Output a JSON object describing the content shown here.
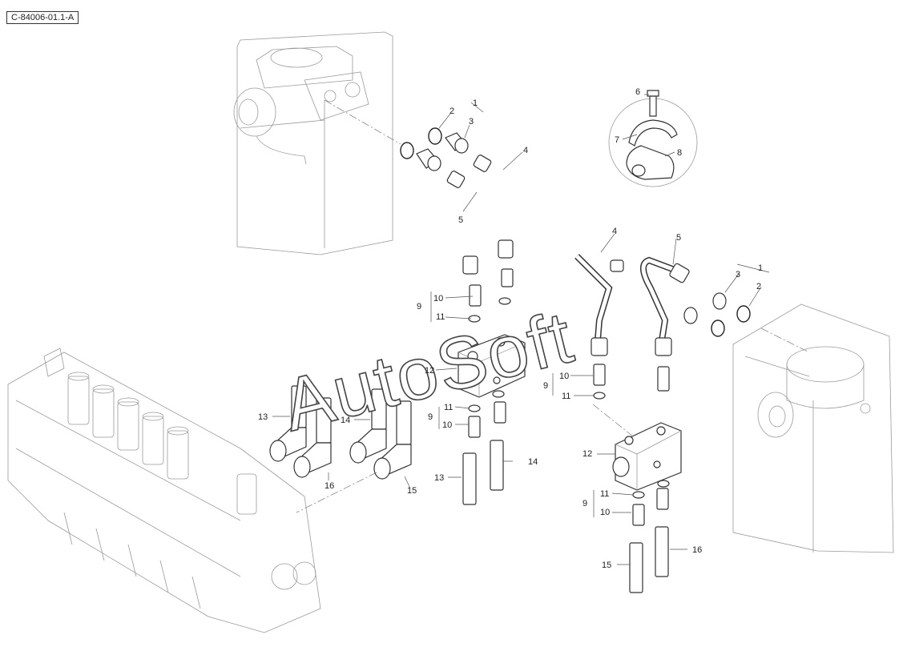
{
  "reference_code": "C-84006-01.1-A",
  "watermark": "AutoSoft",
  "callouts": {
    "c1a": "1",
    "c2a": "2",
    "c3a": "3",
    "c4a": "4",
    "c5a": "5",
    "c6": "6",
    "c7": "7",
    "c8": "8",
    "c1b": "1",
    "c2b": "2",
    "c3b": "3",
    "c4b": "4",
    "c5b": "5",
    "c9a": "9",
    "c10a": "10",
    "c11a": "11",
    "c12a": "12",
    "c9b": "9",
    "c11b": "11",
    "c10b": "10",
    "c13a": "13",
    "c14a": "14",
    "c16a": "16",
    "c15a": "15",
    "c13b": "13",
    "c14b": "14",
    "c9c": "9",
    "c10c": "10",
    "c11c": "11",
    "c12b": "12",
    "c9d": "9",
    "c11d": "11",
    "c10d": "10",
    "c15b": "15",
    "c16b": "16"
  }
}
